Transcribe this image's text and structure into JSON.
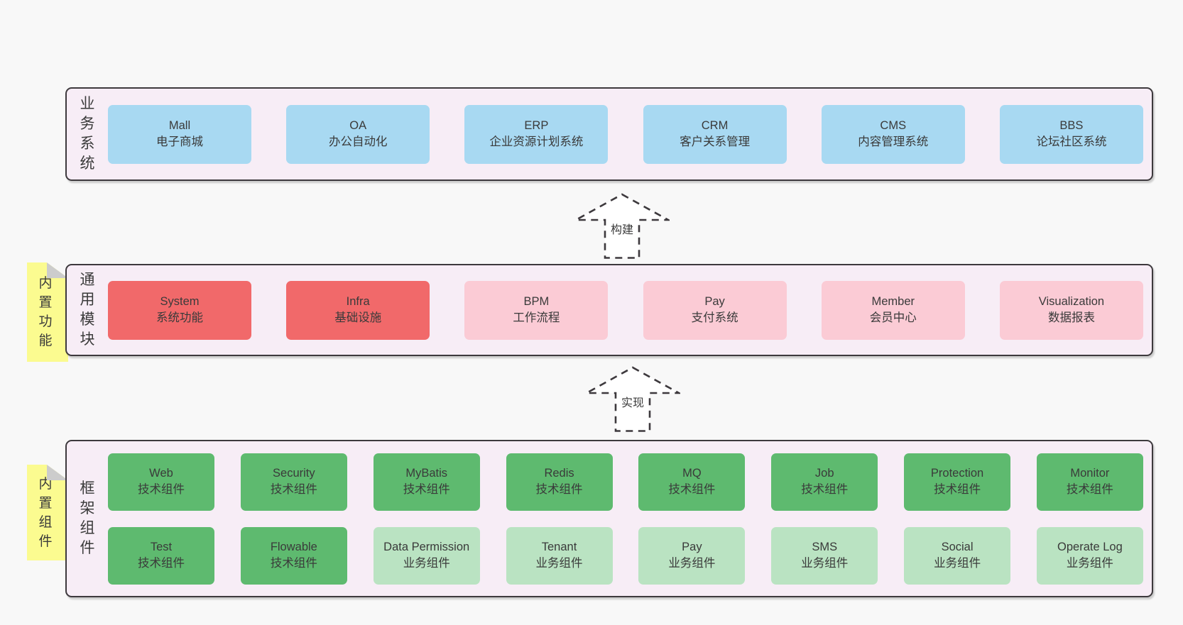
{
  "colors": {
    "page-bg": "#f8f8f8",
    "band-fill": "#f7edf6",
    "band-border": "#3d393d",
    "text": "#3a3a3a",
    "blue": "#a8d9f2",
    "red": "#f1696a",
    "pink": "#fbcbd5",
    "green": "#5eba6f",
    "green-light": "#bae3c2",
    "yellow": "#fbfb90",
    "fold-gray": "#cccccc",
    "arrow-fill": "#ffffff"
  },
  "arrows": [
    {
      "label": "构建"
    },
    {
      "label": "实现"
    }
  ],
  "bands": [
    {
      "label": "业务系统",
      "rows": [
        [
          {
            "name": "Mall",
            "desc": "电子商城",
            "variant": "blue"
          },
          {
            "name": "OA",
            "desc": "办公自动化",
            "variant": "blue"
          },
          {
            "name": "ERP",
            "desc": "企业资源计划系统",
            "variant": "blue"
          },
          {
            "name": "CRM",
            "desc": "客户关系管理",
            "variant": "blue"
          },
          {
            "name": "CMS",
            "desc": "内容管理系统",
            "variant": "blue"
          },
          {
            "name": "BBS",
            "desc": "论坛社区系统",
            "variant": "blue"
          }
        ]
      ]
    },
    {
      "label": "通用模块",
      "note": "内置功能",
      "rows": [
        [
          {
            "name": "System",
            "desc": "系统功能",
            "variant": "red"
          },
          {
            "name": "Infra",
            "desc": "基础设施",
            "variant": "red"
          },
          {
            "name": "BPM",
            "desc": "工作流程",
            "variant": "pink"
          },
          {
            "name": "Pay",
            "desc": "支付系统",
            "variant": "pink"
          },
          {
            "name": "Member",
            "desc": "会员中心",
            "variant": "pink"
          },
          {
            "name": "Visualization",
            "desc": "数据报表",
            "variant": "pink"
          }
        ]
      ]
    },
    {
      "label": "框架组件",
      "note": "内置组件",
      "rows": [
        [
          {
            "name": "Web",
            "desc": "技术组件",
            "variant": "green"
          },
          {
            "name": "Security",
            "desc": "技术组件",
            "variant": "green"
          },
          {
            "name": "MyBatis",
            "desc": "技术组件",
            "variant": "green"
          },
          {
            "name": "Redis",
            "desc": "技术组件",
            "variant": "green"
          },
          {
            "name": "MQ",
            "desc": "技术组件",
            "variant": "green"
          },
          {
            "name": "Job",
            "desc": "技术组件",
            "variant": "green"
          },
          {
            "name": "Protection",
            "desc": "技术组件",
            "variant": "green"
          },
          {
            "name": "Monitor",
            "desc": "技术组件",
            "variant": "green"
          }
        ],
        [
          {
            "name": "Test",
            "desc": "技术组件",
            "variant": "green"
          },
          {
            "name": "Flowable",
            "desc": "技术组件",
            "variant": "green"
          },
          {
            "name": "Data Permission",
            "desc": "业务组件",
            "variant": "green-light"
          },
          {
            "name": "Tenant",
            "desc": "业务组件",
            "variant": "green-light"
          },
          {
            "name": "Pay",
            "desc": "业务组件",
            "variant": "green-light"
          },
          {
            "name": "SMS",
            "desc": "业务组件",
            "variant": "green-light"
          },
          {
            "name": "Social",
            "desc": "业务组件",
            "variant": "green-light"
          },
          {
            "name": "Operate Log",
            "desc": "业务组件",
            "variant": "green-light"
          }
        ]
      ]
    }
  ]
}
